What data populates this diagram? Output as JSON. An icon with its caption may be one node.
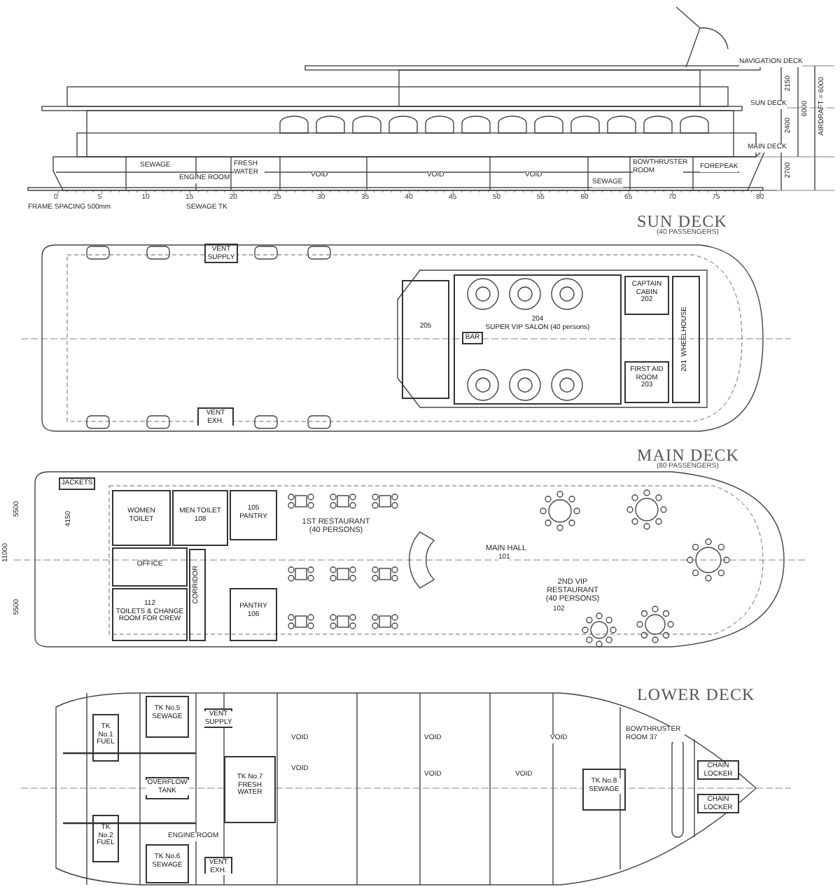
{
  "diagram": {
    "nodes": [
      {
        "text": [
          "VENT SUPPLY"
        ]
      },
      {
        "text": [
          "VENT EXH."
        ]
      },
      {
        "text": [
          "204",
          "SUPER VIP SALON (40 persons)"
        ]
      },
      {
        "text": [
          "BAR"
        ],
        "in": 2
      },
      {
        "text": [
          "205"
        ]
      },
      {
        "text": [
          "CAPTAIN CABIN",
          "202"
        ]
      },
      {
        "text": [
          "FIRST AID ROOM",
          "203"
        ]
      },
      {
        "text": [
          "WHEELHOUSE",
          "201"
        ]
      },
      {
        "text": [
          "JACKETS"
        ]
      },
      {
        "text": [
          "WOMEN TOILET"
        ]
      },
      {
        "text": [
          "MEN TOILET",
          "108"
        ]
      },
      {
        "text": [
          "105",
          "PANTRY"
        ]
      },
      {
        "text": [
          "OFFICE"
        ]
      },
      {
        "text": [
          "CORRIDOR"
        ]
      },
      {
        "text": [
          "112",
          "TOILETS & CHANGE ROOM FOR CREW"
        ]
      },
      {
        "text": [
          "PANTRY",
          "106"
        ]
      },
      {
        "text": [
          "TK No.5 SEWAGE"
        ]
      },
      {
        "text": [
          "TK No.1 FUEL"
        ]
      },
      {
        "text": [
          "TK No.2 FUEL"
        ]
      },
      {
        "text": [
          "OVERFLOW TANK"
        ]
      },
      {
        "text": [
          "VENT SUPPLY"
        ]
      },
      {
        "text": [
          "VENT EXH."
        ]
      },
      {
        "text": [
          "TK No.6 SEWAGE"
        ]
      },
      {
        "text": [
          "TK No.7 FRESH WATER"
        ]
      },
      {
        "text": [
          "TK No.8 SEWAGE"
        ]
      },
      {
        "text": [
          "CHAIN LOCKER"
        ]
      },
      {
        "text": [
          "CHAIN LOCKER"
        ]
      }
    ],
    "labels": [
      "NAVIGATION DECK",
      "SUN DECK",
      "MAIN DECK",
      "2150",
      "2400",
      "2700",
      "6000",
      "AIRDRAFT = 6000",
      "SEWAGE",
      "ENGINE ROOM",
      "FRESH WATER",
      "VOID",
      "VOID",
      "VOID",
      "SEWAGE",
      "BOWTHRUSTER ROOM",
      "FOREPEAK",
      "0",
      "5",
      "10",
      "15",
      "20",
      "25",
      "30",
      "35",
      "40",
      "45",
      "50",
      "55",
      "60",
      "65",
      "70",
      "75",
      "80",
      "FRAME SPACING 500mm",
      "SEWAGE TK",
      "SUN DECK",
      "(40 PASSENGERS)",
      "1ST RESTAURANT (40 PERSONS)",
      "MAIN HALL",
      "101",
      "2ND VIP RESTAURANT (40 PERSONS)",
      "102",
      "MAIN DECK",
      "(80 PASSENGERS)",
      "11000",
      "5500",
      "5500",
      "4150",
      "LOWER DECK",
      "ENGINE ROOM",
      "BOWTHRUSTER ROOM 37",
      "VOID",
      "VOID",
      "VOID",
      "VOID",
      "VOID",
      "VOID"
    ]
  }
}
